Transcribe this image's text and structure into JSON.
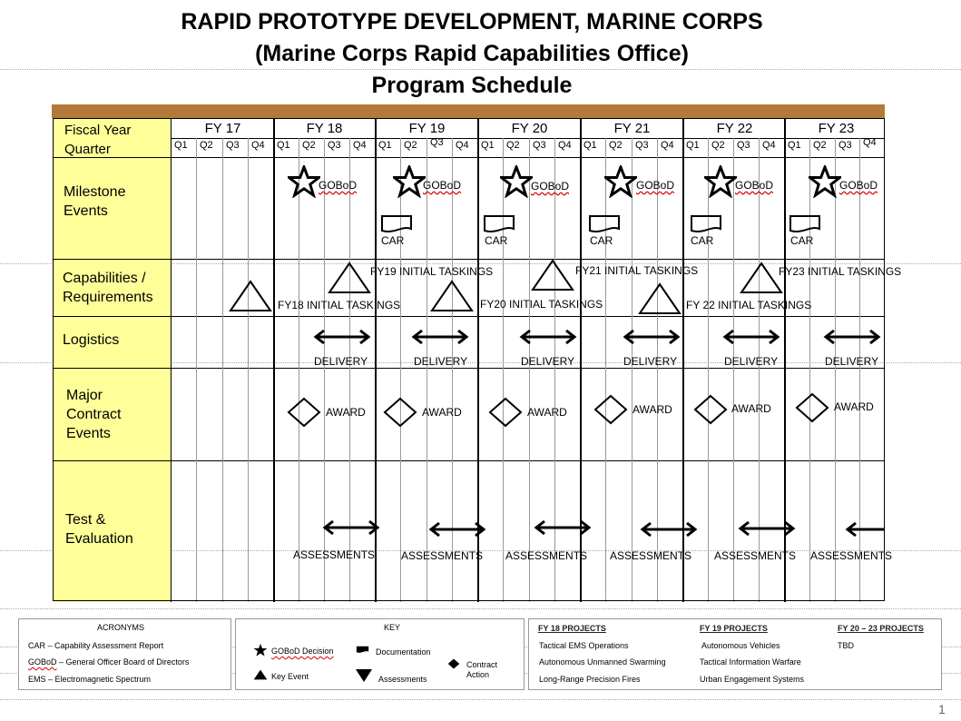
{
  "title": {
    "line1": "RAPID PROTOTYPE DEVELOPMENT, MARINE CORPS",
    "line2": "(Marine Corps Rapid Capabilities Office)",
    "line3": "Program Schedule"
  },
  "header": {
    "fiscal_year_label": "Fiscal Year",
    "quarter_label": "Quarter",
    "years": [
      "FY 17",
      "FY 18",
      "FY 19",
      "FY 20",
      "FY 21",
      "FY 22",
      "FY 23"
    ],
    "quarters": [
      "Q1",
      "Q2",
      "Q3",
      "Q4"
    ]
  },
  "rows": {
    "milestone": [
      "Milestone",
      "Events"
    ],
    "capabilities": [
      "Capabilities /",
      "Requirements"
    ],
    "logistics": "Logistics",
    "contract": [
      "Major",
      "Contract",
      "Events"
    ],
    "test": [
      "Test &",
      "Evaluation"
    ]
  },
  "labels": {
    "gobod": "GOBoD",
    "car": "CAR",
    "delivery": "DELIVERY",
    "award": "AWARD",
    "assessments": "ASSESSMENTS",
    "taskings": [
      "FY18  INITIAL TASKINGS",
      "FY19  INITIAL TASKINGS",
      "FY20  INITIAL TASKINGS",
      "FY21  INITIAL TASKINGS",
      "FY 22  INITIAL TASKINGS",
      "FY23  INITIAL TASKINGS"
    ]
  },
  "legend": {
    "acronyms": {
      "title": "ACRONYMS",
      "car_term": "CAR",
      "car_def": " – Capability Assessment Report",
      "gobod_term": "GOBoD",
      "gobod_def": " – General Officer Board of Directors",
      "ems": "EMS – Electromagnetic Spectrum"
    },
    "key": {
      "title": "KEY",
      "gobod_decision": "GOBoD Decision",
      "documentation": "Documentation",
      "contract_action": [
        "Contract",
        "Action"
      ],
      "key_event": "Key Event",
      "assessments": "Assessments"
    },
    "projects": {
      "fy18_title": "FY 18 PROJECTS",
      "fy18": [
        "Tactical EMS Operations",
        "Autonomous Unmanned Swarming",
        "Long-Range Precision Fires"
      ],
      "fy19_title": "FY 19 PROJECTS",
      "fy19": [
        "Autonomous Vehicles",
        "Tactical Information Warfare",
        "Urban Engagement Systems"
      ],
      "fy20_title": "FY 20 – 23 PROJECTS",
      "fy20": [
        "TBD"
      ]
    }
  },
  "page_number": "1"
}
